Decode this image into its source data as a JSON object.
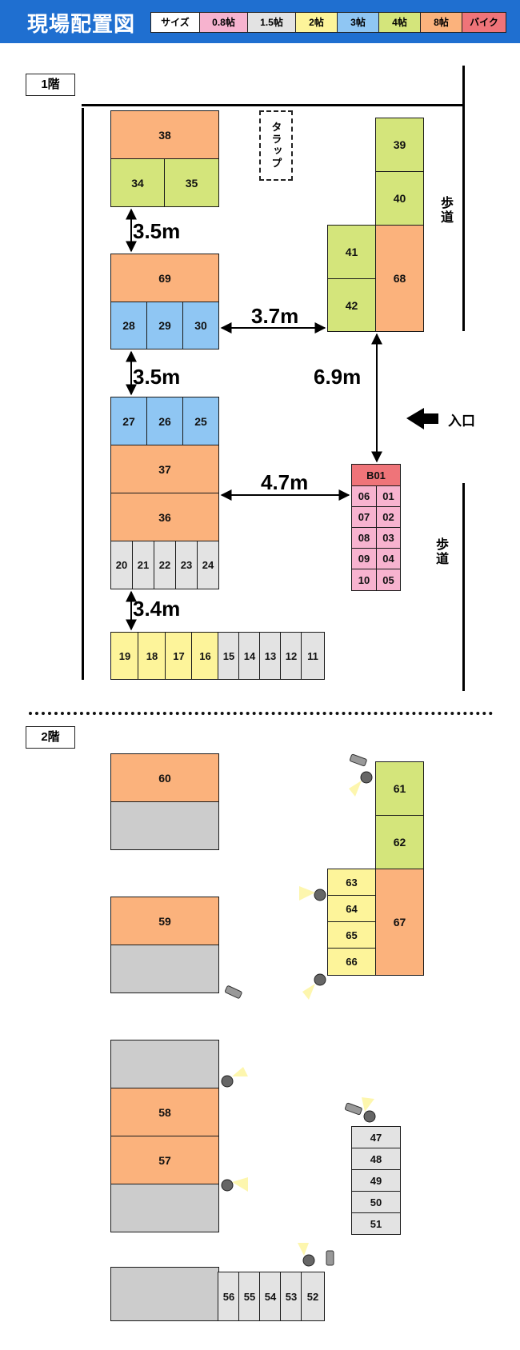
{
  "header": {
    "title": "現場配置図"
  },
  "legend": [
    {
      "label": "サイズ",
      "color": "#ffffff"
    },
    {
      "label": "0.8帖",
      "color": "#f7b3cf"
    },
    {
      "label": "1.5帖",
      "color": "#e3e3e3"
    },
    {
      "label": "2帖",
      "color": "#fdf49a"
    },
    {
      "label": "3帖",
      "color": "#8fc6f3"
    },
    {
      "label": "4帖",
      "color": "#d4e57b"
    },
    {
      "label": "8帖",
      "color": "#fbb27c"
    },
    {
      "label": "バイク",
      "color": "#ef7479"
    }
  ],
  "floors": {
    "first": "1階",
    "second": "2階"
  },
  "labels": {
    "tarp": "タラップ",
    "sidewalk_top": "歩道",
    "sidewalk_bottom": "歩道",
    "entrance": "入口"
  },
  "distances": {
    "d1": "3.5m",
    "d2": "3.7m",
    "d3": "3.5m",
    "d4": "6.9m",
    "d5": "4.7m",
    "d6": "3.4m"
  },
  "units": {
    "u38": "38",
    "u34": "34",
    "u35": "35",
    "u69": "69",
    "u28": "28",
    "u29": "29",
    "u30": "30",
    "u27": "27",
    "u26": "26",
    "u25": "25",
    "u37": "37",
    "u36": "36",
    "u20": "20",
    "u21": "21",
    "u22": "22",
    "u23": "23",
    "u24": "24",
    "u19": "19",
    "u18": "18",
    "u17": "17",
    "u16": "16",
    "u15": "15",
    "u14": "14",
    "u13": "13",
    "u12": "12",
    "u11": "11",
    "u39": "39",
    "u40": "40",
    "u41": "41",
    "u42": "42",
    "u68": "68",
    "uB01": "B01",
    "u06": "06",
    "u01": "01",
    "u07": "07",
    "u02": "02",
    "u08": "08",
    "u03": "03",
    "u09": "09",
    "u04": "04",
    "u10": "10",
    "u05": "05",
    "u60": "60",
    "u59": "59",
    "u58": "58",
    "u57": "57",
    "u61": "61",
    "u62": "62",
    "u67": "67",
    "u63": "63",
    "u64": "64",
    "u65": "65",
    "u66": "66",
    "u47": "47",
    "u48": "48",
    "u49": "49",
    "u50": "50",
    "u51": "51",
    "u56": "56",
    "u55": "55",
    "u54": "54",
    "u53": "53",
    "u52": "52"
  },
  "colors": {
    "gray_block": "#cccccc",
    "accent": "#1f6fd0"
  }
}
